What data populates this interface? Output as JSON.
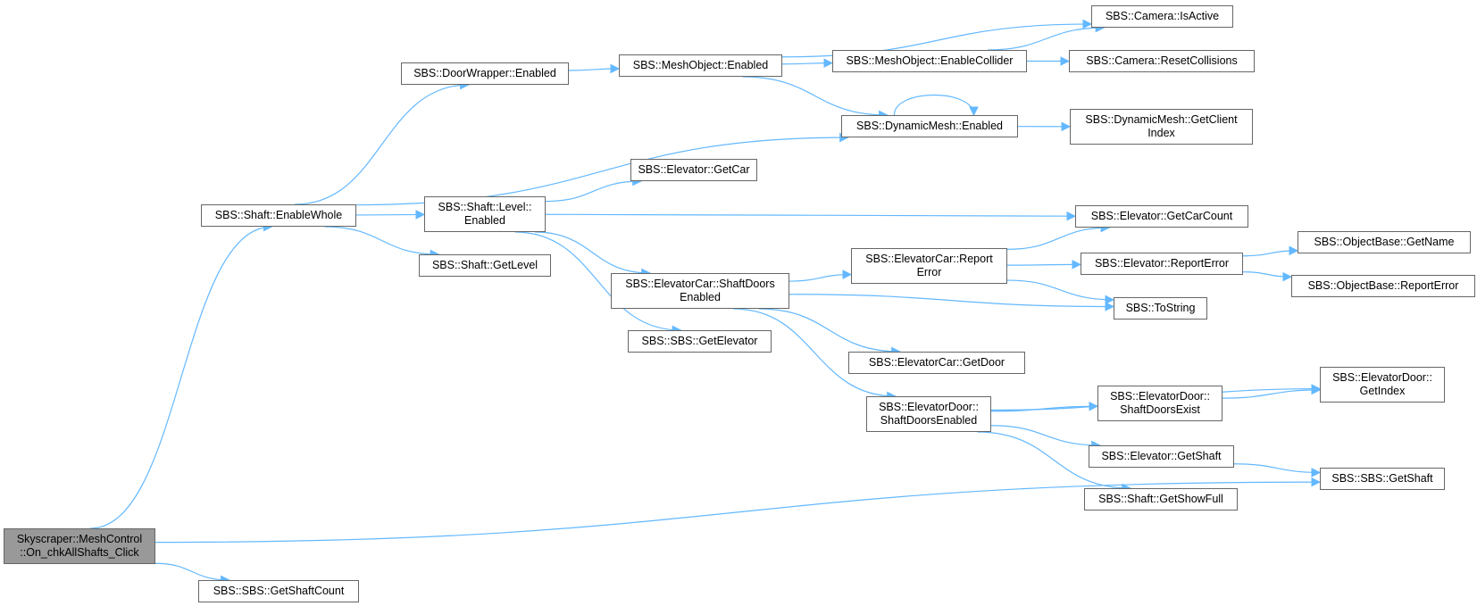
{
  "colors": {
    "edge": "#63b8ff",
    "node_border": "#666666",
    "root_fill": "#999999"
  },
  "nodes": [
    {
      "id": "root",
      "label": "Skyscraper::MeshControl\n::On_chkAllShafts_Click",
      "root": true
    },
    {
      "id": "enablewhole",
      "label": "SBS::Shaft::EnableWhole"
    },
    {
      "id": "getshaftcount",
      "label": "SBS::SBS::GetShaftCount"
    },
    {
      "id": "doorwrapper",
      "label": "SBS::DoorWrapper::Enabled"
    },
    {
      "id": "meshobj",
      "label": "SBS::MeshObject::Enabled"
    },
    {
      "id": "enablecollider",
      "label": "SBS::MeshObject::EnableCollider"
    },
    {
      "id": "camactive",
      "label": "SBS::Camera::IsActive"
    },
    {
      "id": "camreset",
      "label": "SBS::Camera::ResetCollisions"
    },
    {
      "id": "dynmesh",
      "label": "SBS::DynamicMesh::Enabled"
    },
    {
      "id": "dynclient",
      "label": "SBS::DynamicMesh::GetClient\nIndex"
    },
    {
      "id": "getcar",
      "label": "SBS::Elevator::GetCar"
    },
    {
      "id": "levelenabled",
      "label": "SBS::Shaft::Level::\nEnabled"
    },
    {
      "id": "getlevel",
      "label": "SBS::Shaft::GetLevel"
    },
    {
      "id": "getcarcount",
      "label": "SBS::Elevator::GetCarCount"
    },
    {
      "id": "carshaftdoors",
      "label": "SBS::ElevatorCar::ShaftDoors\nEnabled"
    },
    {
      "id": "carreporterror",
      "label": "SBS::ElevatorCar::Report\nError"
    },
    {
      "id": "elevreporterror",
      "label": "SBS::Elevator::ReportError"
    },
    {
      "id": "objgetname",
      "label": "SBS::ObjectBase::GetName"
    },
    {
      "id": "objreporterror",
      "label": "SBS::ObjectBase::ReportError"
    },
    {
      "id": "tostring",
      "label": "SBS::ToString"
    },
    {
      "id": "getelevator",
      "label": "SBS::SBS::GetElevator"
    },
    {
      "id": "getdoor",
      "label": "SBS::ElevatorCar::GetDoor"
    },
    {
      "id": "doorshaftenabled",
      "label": "SBS::ElevatorDoor::\nShaftDoorsEnabled"
    },
    {
      "id": "doorshaftexist",
      "label": "SBS::ElevatorDoor::\nShaftDoorsExist"
    },
    {
      "id": "doorgetindex",
      "label": "SBS::ElevatorDoor::\nGetIndex"
    },
    {
      "id": "elevgetshaft",
      "label": "SBS::Elevator::GetShaft"
    },
    {
      "id": "sbsgetshaft",
      "label": "SBS::SBS::GetShaft"
    },
    {
      "id": "shaftshowfull",
      "label": "SBS::Shaft::GetShowFull"
    }
  ],
  "edges": [
    [
      "root",
      "enablewhole"
    ],
    [
      "root",
      "getshaftcount"
    ],
    [
      "root",
      "sbsgetshaft"
    ],
    [
      "enablewhole",
      "doorwrapper"
    ],
    [
      "enablewhole",
      "dynmesh"
    ],
    [
      "enablewhole",
      "levelenabled"
    ],
    [
      "enablewhole",
      "getlevel"
    ],
    [
      "doorwrapper",
      "meshobj"
    ],
    [
      "meshobj",
      "camactive"
    ],
    [
      "meshobj",
      "enablecollider"
    ],
    [
      "meshobj",
      "dynmesh"
    ],
    [
      "enablecollider",
      "camactive"
    ],
    [
      "enablecollider",
      "camreset"
    ],
    [
      "dynmesh",
      "dynmesh"
    ],
    [
      "dynmesh",
      "dynclient"
    ],
    [
      "levelenabled",
      "getcar"
    ],
    [
      "levelenabled",
      "getcarcount"
    ],
    [
      "levelenabled",
      "carshaftdoors"
    ],
    [
      "levelenabled",
      "getelevator"
    ],
    [
      "carshaftdoors",
      "carreporterror"
    ],
    [
      "carshaftdoors",
      "tostring"
    ],
    [
      "carshaftdoors",
      "getdoor"
    ],
    [
      "carshaftdoors",
      "doorshaftenabled"
    ],
    [
      "carreporterror",
      "getcarcount"
    ],
    [
      "carreporterror",
      "elevreporterror"
    ],
    [
      "carreporterror",
      "tostring"
    ],
    [
      "elevreporterror",
      "objgetname"
    ],
    [
      "elevreporterror",
      "objreporterror"
    ],
    [
      "doorshaftenabled",
      "doorgetindex"
    ],
    [
      "doorshaftenabled",
      "doorshaftexist"
    ],
    [
      "doorshaftenabled",
      "elevgetshaft"
    ],
    [
      "doorshaftenabled",
      "shaftshowfull"
    ],
    [
      "doorshaftexist",
      "doorgetindex"
    ],
    [
      "elevgetshaft",
      "sbsgetshaft"
    ]
  ]
}
